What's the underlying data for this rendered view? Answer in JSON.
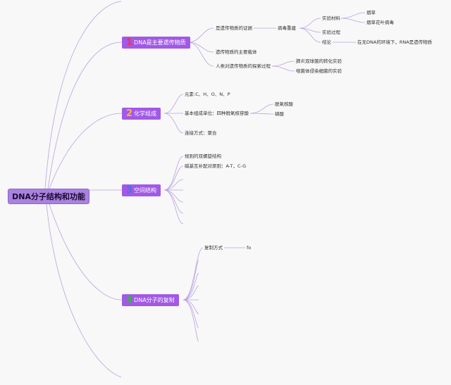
{
  "root": "DNA分子结构和功能",
  "branches": [
    {
      "num": "1",
      "num_color": "#e8345a",
      "label": "DNA是主要遗传物质"
    },
    {
      "num": "2",
      "num_color": "#f4b24a",
      "label": "化学组成"
    },
    {
      "num": "3",
      "num_color": "#4f6fe0",
      "label": "空间结构"
    },
    {
      "num": "4",
      "num_color": "#3cae4e",
      "label": "DNA分子的复制"
    }
  ],
  "b1": {
    "evidence": "是遗传物质的证据",
    "virus": "病毒重建",
    "materials": "实验材料",
    "tobacco": "烟草",
    "tmv": "烟草花叶病毒",
    "process": "实验过程",
    "conclusion": "结论",
    "conclusion_text": "在无DNA的环境下，RNA是遗传物质",
    "carrier": "遗传物质的主要载体",
    "history": "人类对遗传物质的探索过程",
    "pneumo": "肺炎双球菌的转化实验",
    "phage": "噬菌体侵染细菌的实验"
  },
  "b2": {
    "elements": "元素:C、H、O、N、P",
    "units": "基本组成单位：四种脱氧核苷酸",
    "deoxy": "脱氧核酸",
    "phosphate": "磷酸",
    "link": "连接方式：聚合"
  },
  "b3": {
    "helix": "规则的双螺旋结构",
    "pairing": "碱基互补配对原则：A-T，C-G"
  },
  "b4": {
    "mode": "复制方式",
    "fo": "fo"
  },
  "colors": {
    "line": "#b9a2e0",
    "branch": "#a259e6",
    "root": "#a982e0"
  }
}
